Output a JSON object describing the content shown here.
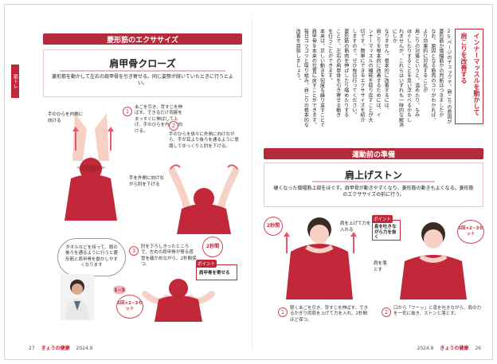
{
  "left": {
    "section_title": "菱形筋のエクササイズ",
    "side_tab": "筋トレ",
    "card_title": "肩甲骨クローズ",
    "card_desc": "菱形筋を動かして左右の肩甲骨を引き寄せる。同じ姿勢が続いていたときに行うとよい。",
    "hands_label": "手のひらを内側に向ける",
    "step1_text": "あごを引き、背すじを伸ばす。できるだけ両腕をまっすぐに伸ばして上げ、手のひらを内側に向ける。",
    "step2_text": "手のひらを徐々に外側に向けながら、手が耳より後ろを通るように意識してゆっくりと肘を下げる。",
    "elbow_label": "手を外側に向けながら肘を下げる",
    "balloon_text": "タオルなどを持って、頭の後ろを通るように行うと菱形筋と肩甲骨を動かしやすくなります",
    "step3_text": "肘を下ろしきったところで、左右の肩甲骨が寄る感覚を確かめながら、2秒間保つ。",
    "hold_label": "2秒間",
    "point_tag": "ポイント",
    "point_text": "肩甲骨を寄せる",
    "reps_label": "5回×2~3セット",
    "one_two": "1~3",
    "page_no": "27",
    "brand": "きょうの健康",
    "issue": "2024.8"
  },
  "right": {
    "heading_col1": "インナーマッスルを動かして",
    "heading_col2": "肩こりを改善する",
    "body_cols": [
      "25ページのチェックで、肩こりの原因が",
      "菱形筋か僧帽筋かの判断はつきましたか",
      "なお、原因となる筋肉のコリがわかれば、",
      "より効果的に対処することが",
      "肩こりの対策というと、温めたり、もみ",
      "ほぐしたりすることを思い浮かべるかもし",
      "れませんが、これらはいずれも一時的な解消にしか",
      "なりません。根本的に改善するには、",
      "肩こりを根本的に改善するためには、イ",
      "ンナーマッスルの機能を取り戻すことが大",
      "切です。簡単にできるエクササイズを紹介",
      "しますので、ぜひ毎日行ってください。",
      "菱形筋の筋肉を伸ばしたり縮めたりする",
      "ことで、左右の肩甲骨を引き寄せる動き",
      "を行うことができます。",
      "本来は、正しい動きを何度も繰り返すことで",
      "肩甲骨を本来の位置に戻すことができます。",
      "毎日コツコツと取り組み、肩こりの根本的な",
      "改善を目指しましょう。"
    ],
    "section_title": "運動前の準備",
    "card_title": "肩上げストン",
    "card_desc": "硬くなった僧帽筋上部をほぐす。肩甲骨が動きやすくなり、菱形筋の動きもよくなる。菱形筋のエクササイズの前に行う。",
    "hold_label": "2秒間",
    "shoulder_label": "肩を上げて力を入れる",
    "point_tag": "ポイント",
    "point_text": "息を吐きながら力を抜く",
    "drop_label": "肩を落とす",
    "reps_label": "5回×2~3セット",
    "step1_text": "軽くあごを引き、背すじを伸ばす。できるかぎり両肩を上げて力を入れ、2秒間ほど保つ。",
    "step2_text": "口から「フーッ」と息を吐きながら、肩の力を一気に抜き、ストンと落とす。",
    "page_no": "26",
    "brand": "きょうの健康",
    "issue": "2024.8"
  }
}
